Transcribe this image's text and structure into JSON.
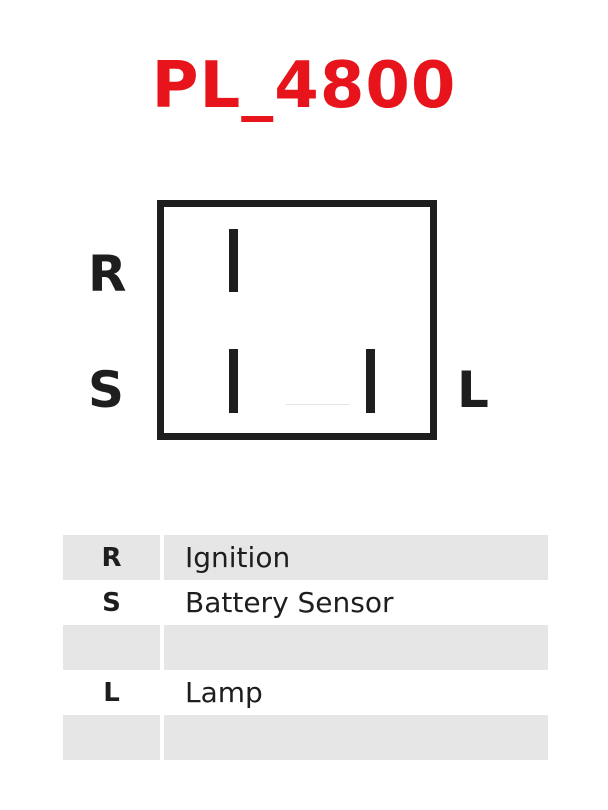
{
  "title": "PL_4800",
  "colors": {
    "title": "#e8141c",
    "ink": "#1e1e1e",
    "row_shade": "#e6e6e6"
  },
  "connector": {
    "labels": {
      "r": "R",
      "s": "S",
      "l": "L"
    }
  },
  "legend": {
    "rows": [
      {
        "pin": "R",
        "description": "Ignition",
        "shaded": true
      },
      {
        "pin": "S",
        "description": "Battery Sensor",
        "shaded": false
      },
      {
        "pin": "",
        "description": "",
        "shaded": true
      },
      {
        "pin": "L",
        "description": "Lamp",
        "shaded": false
      },
      {
        "pin": "",
        "description": "",
        "shaded": true
      }
    ]
  }
}
